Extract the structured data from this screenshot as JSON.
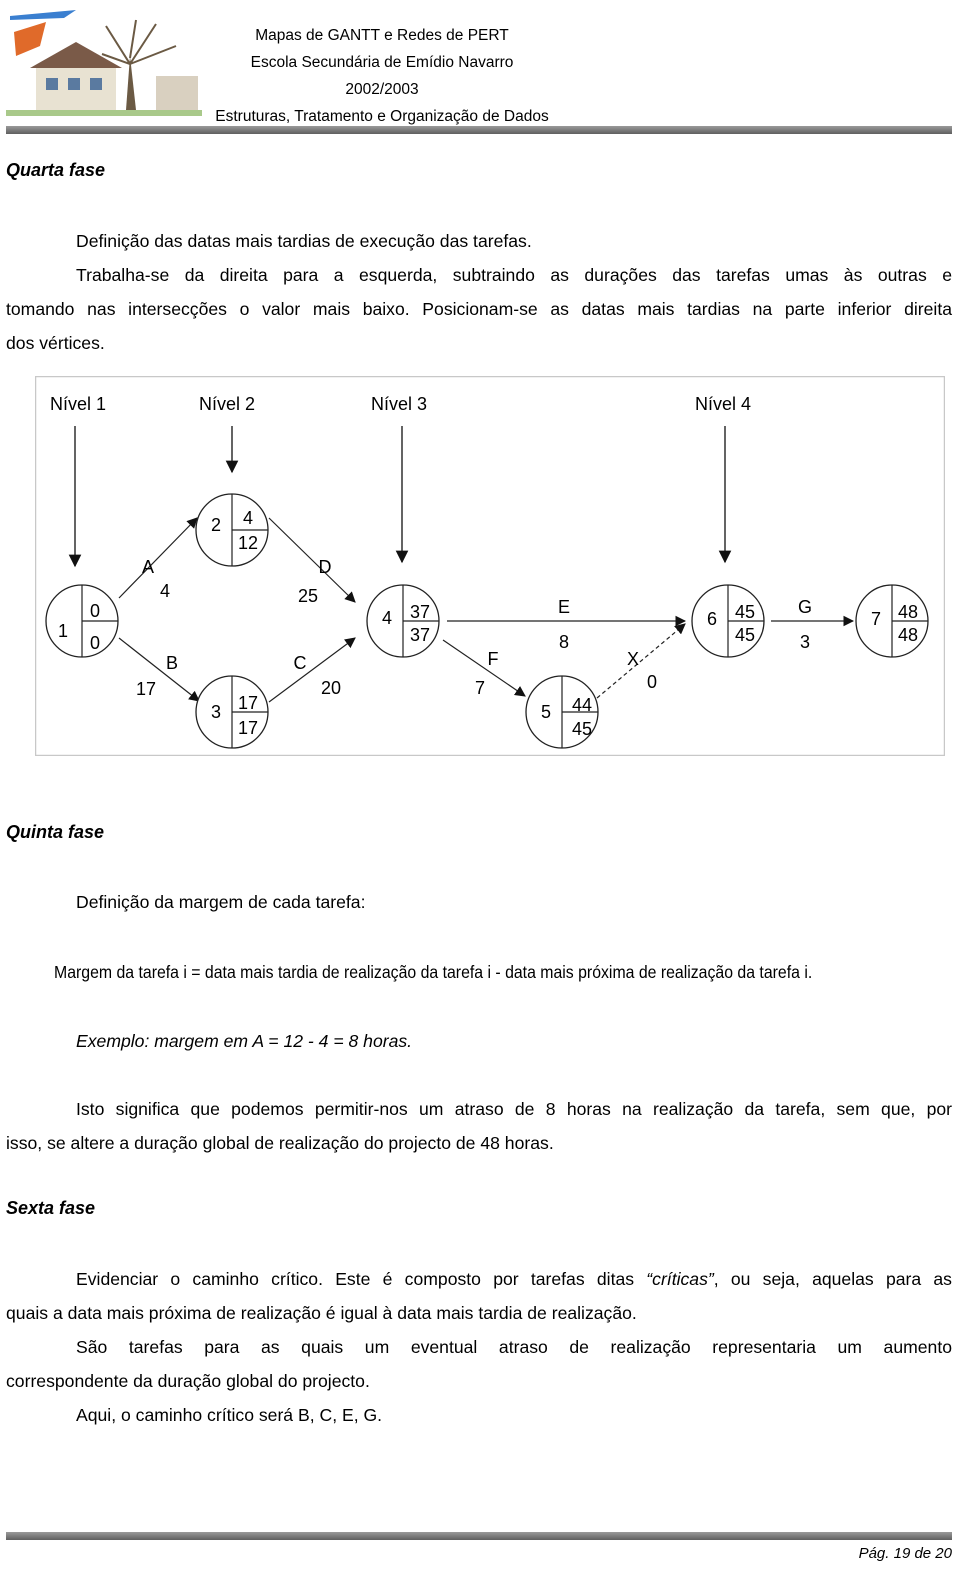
{
  "header": {
    "lines": [
      "Mapas de GANTT e Redes de PERT",
      "Escola Secundária de Emídio Navarro 2002/2003",
      "Estruturas, Tratamento e Organização de Dados"
    ]
  },
  "section4": {
    "heading": "Quarta fase",
    "p1": "Definição das datas mais tardias de execução das tarefas.",
    "p2_line1": "Trabalha-se da direita para a esquerda, subtraindo as durações das tarefas umas às outras e",
    "p2_line2": "tomando nas intersecções o valor mais baixo. Posicionam-se as datas mais tardias na parte inferior direita",
    "p2_line3": "dos vértices."
  },
  "diagram": {
    "levels": [
      "Nível 1",
      "Nível 2",
      "Nível 3",
      "Nível 4"
    ],
    "nodes": [
      {
        "id": "1",
        "early": "0",
        "late": "0"
      },
      {
        "id": "2",
        "early": "4",
        "late": "12"
      },
      {
        "id": "3",
        "early": "17",
        "late": "17"
      },
      {
        "id": "4",
        "early": "37",
        "late": "37"
      },
      {
        "id": "5",
        "early": "44",
        "late": "45"
      },
      {
        "id": "6",
        "early": "45",
        "late": "45"
      },
      {
        "id": "7",
        "early": "48",
        "late": "48"
      }
    ],
    "tasks": [
      {
        "name": "A",
        "duration": "4"
      },
      {
        "name": "B",
        "duration": "17"
      },
      {
        "name": "D",
        "duration": "25"
      },
      {
        "name": "C",
        "duration": "20"
      },
      {
        "name": "E",
        "duration": "8"
      },
      {
        "name": "F",
        "duration": "7"
      },
      {
        "name": "X",
        "duration": "0"
      },
      {
        "name": "G",
        "duration": "3"
      }
    ]
  },
  "section5": {
    "heading": "Quinta fase",
    "p1": "Definição da margem de cada tarefa:",
    "formula": "Margem da tarefa i = data mais tardia de realização da tarefa i - data mais próxima de realização da tarefa i.",
    "example": "Exemplo: margem em A = 12 - 4 = 8 horas.",
    "p2_line1": "Isto significa que podemos permitir-nos um atraso de 8 horas na realização da tarefa, sem que, por",
    "p2_line2": "isso, se altere a duração global de realização do projecto de 48 horas."
  },
  "section6": {
    "heading": "Sexta fase",
    "p1_before": "Evidenciar o caminho crítico. Este é composto por tarefas ditas ",
    "p1_italic": "“críticas”",
    "p1_after": ", ou seja, aquelas para as",
    "p1_line2": "quais a data mais próxima de realização é igual à data mais tardia de realização.",
    "p2_line1": "São tarefas para as quais um eventual atraso de realização representaria um aumento",
    "p2_line2": "correspondente da duração global do projecto.",
    "p3": "Aqui, o caminho crítico será B, C, E, G."
  },
  "footer": {
    "page": "Pág. 19 de 20"
  }
}
